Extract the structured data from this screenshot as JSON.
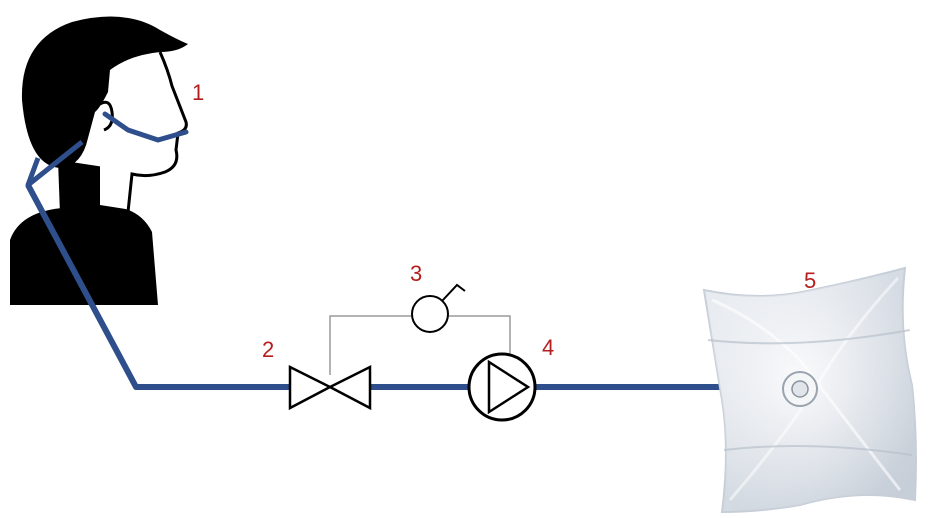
{
  "diagram": {
    "labels": [
      {
        "id": "mask",
        "text": "1"
      },
      {
        "id": "valve",
        "text": "2"
      },
      {
        "id": "sensor",
        "text": "3"
      },
      {
        "id": "pump",
        "text": "4"
      },
      {
        "id": "bag",
        "text": "5"
      }
    ]
  },
  "colors": {
    "tube": "#2f4f8c",
    "label": "#b41e1e",
    "symbol": "#000000",
    "wire": "#9a9a9a",
    "silhouette": "#000000"
  },
  "icons": {
    "head": "head-silhouette-icon",
    "valve": "valve-symbol-icon",
    "sensor": "sensor-symbol-icon",
    "pump": "pump-symbol-icon",
    "bag": "sample-bag-icon"
  }
}
